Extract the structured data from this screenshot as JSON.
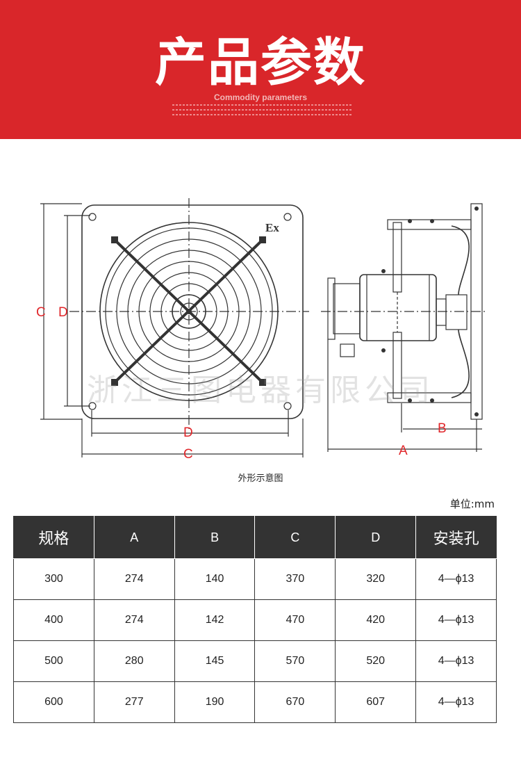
{
  "banner": {
    "title": "产品参数",
    "subtitle": "Commodity parameters"
  },
  "drawing": {
    "front_labels": {
      "c_left": "C",
      "d_left": "D",
      "d_bottom": "D",
      "c_bottom": "C",
      "ex_mark": "Ex"
    },
    "side_labels": {
      "a": "A",
      "b": "B"
    },
    "caption": "外形示意图"
  },
  "watermark": "浙江三图电器有限公司",
  "unit_label": "单位:mm",
  "colors": {
    "banner": "#d9262a",
    "header_bg": "#333333",
    "label_red": "#e0262a"
  },
  "table": {
    "headers": [
      "规格",
      "A",
      "B",
      "C",
      "D",
      "安装孔"
    ],
    "rows": [
      [
        "300",
        "274",
        "140",
        "370",
        "320",
        "4—ϕ13"
      ],
      [
        "400",
        "274",
        "142",
        "470",
        "420",
        "4—ϕ13"
      ],
      [
        "500",
        "280",
        "145",
        "570",
        "520",
        "4—ϕ13"
      ],
      [
        "600",
        "277",
        "190",
        "670",
        "607",
        "4—ϕ13"
      ]
    ]
  }
}
